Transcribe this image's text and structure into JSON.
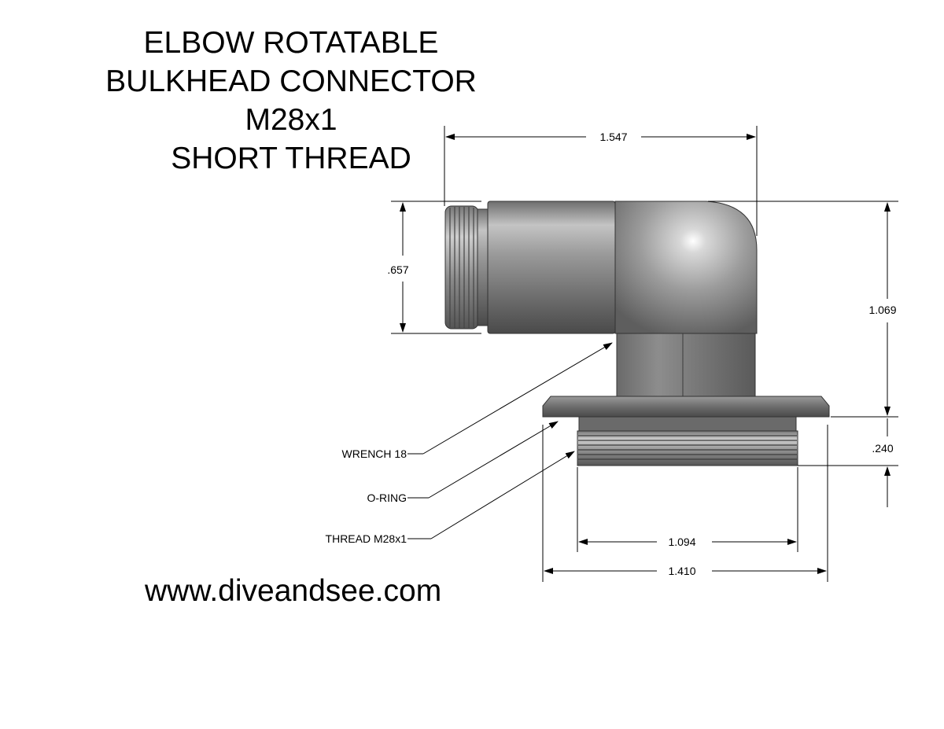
{
  "title": {
    "line1": "ELBOW ROTATABLE",
    "line2": "BULKHEAD CONNECTOR",
    "line3": "M28x1",
    "line4": "SHORT THREAD"
  },
  "dimensions": {
    "top_width": "1.547",
    "left_height": ".657",
    "right_height": "1.069",
    "flange_thread_height": ".240",
    "thread_width": "1.094",
    "flange_width": "1.410"
  },
  "callouts": {
    "wrench": "WRENCH 18",
    "oring": "O-RING",
    "thread": "THREAD M28x1"
  },
  "website": "www.diveandsee.com"
}
